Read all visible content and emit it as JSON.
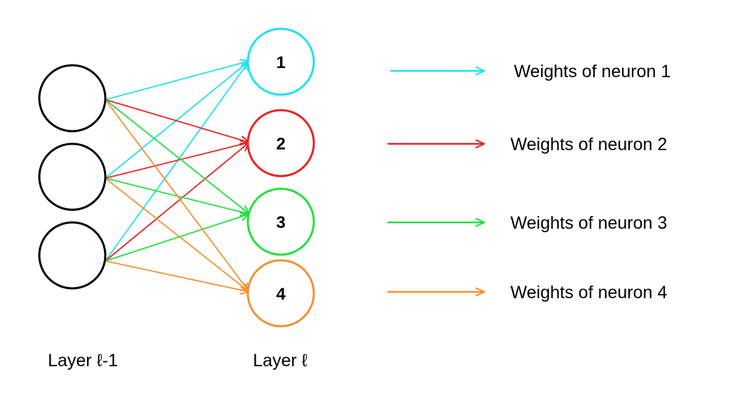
{
  "input_layer": {
    "label": "Layer ℓ-1",
    "neurons": [
      {
        "id": "in-1"
      },
      {
        "id": "in-2"
      },
      {
        "id": "in-3"
      }
    ],
    "color": "#000000"
  },
  "output_layer": {
    "label": "Layer ℓ",
    "neurons": [
      {
        "number": "1",
        "color": "#22e0f0"
      },
      {
        "number": "2",
        "color": "#ee2222"
      },
      {
        "number": "3",
        "color": "#22e040"
      },
      {
        "number": "4",
        "color": "#f59030"
      }
    ]
  },
  "legend": [
    {
      "text": "Weights of neuron 1",
      "color": "#22e0f0"
    },
    {
      "text": "Weights of neuron 2",
      "color": "#ee2222"
    },
    {
      "text": "Weights of neuron 3",
      "color": "#22e040"
    },
    {
      "text": "Weights of neuron 4",
      "color": "#f59030"
    }
  ]
}
